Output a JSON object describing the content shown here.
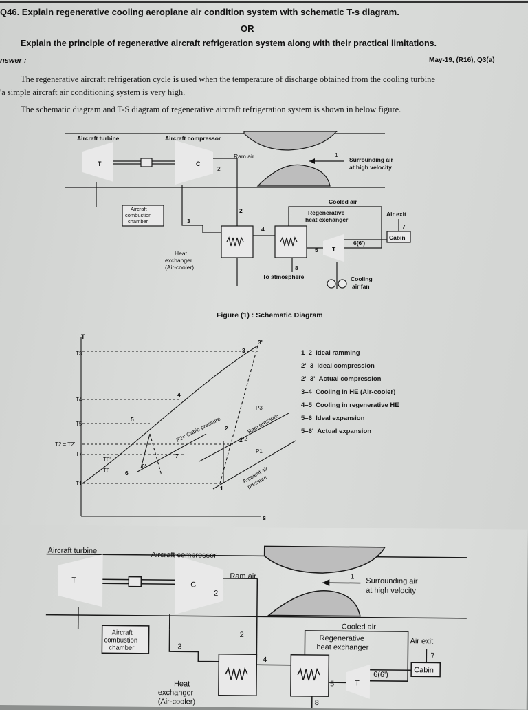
{
  "question": {
    "title": "Q46. Explain regenerative cooling aeroplane air condition system with schematic T-s diagram.",
    "or": "OR",
    "alt_title": "Explain the principle of regenerative aircraft refrigeration system along with their practical limitations.",
    "answer_label": "nswer :",
    "reference": "May-19, (R16), Q3(a)"
  },
  "body": {
    "para1_line1": "The regenerative aircraft refrigeration cycle is used when the temperature of discharge obtained from the cooling turbine",
    "para1_line2": "'a simple aircraft air conditioning system is very high.",
    "para2": "The schematic diagram and T-S diagram of regenerative aircraft refrigeration system is shown in below figure."
  },
  "schematic": {
    "aircraft_turbine": "Aircraft turbine",
    "aircraft_compressor": "Aircraft compressor",
    "turbine_T": "T",
    "compressor_C": "C",
    "ram_air": "Ram air",
    "point_1": "1",
    "surrounding_air_1": "Surrounding air",
    "surrounding_air_2": "at high velocity",
    "point_2": "2",
    "combustion_1": "Aircraft",
    "combustion_2": "combustion",
    "combustion_3": "chamber",
    "point_3": "3",
    "point_4": "4",
    "cooled_air": "Cooled air",
    "regen_1": "Regenerative",
    "regen_2": "heat exchanger",
    "air_exit": "Air exit",
    "point_7": "7",
    "cabin": "Cabin",
    "point_66": "6(6')",
    "point_5": "5",
    "heat_ex_1": "Heat",
    "heat_ex_2": "exchanger",
    "heat_ex_3": "(Air-cooler)",
    "point_8": "8",
    "to_atmosphere": "To atmosphere",
    "cooling_fan_1": "Cooling",
    "cooling_fan_2": "air fan"
  },
  "figure_caption": "Figure (1) : Schematic Diagram",
  "ts_diagram": {
    "axis_T": "T",
    "axis_s": "s",
    "T3": "T3",
    "T4": "T4",
    "T5": "T5",
    "T2": "T2 = T2'",
    "T7": "T7",
    "T6p": "T6'",
    "T6": "T6",
    "T1": "T1",
    "p1": "3'",
    "p2": "3",
    "p3": "4",
    "p4": "5",
    "p5": "2",
    "p6": "2'",
    "p7": "7",
    "p8": "6'",
    "p9": "6",
    "p10": "1",
    "cabin_pressure": "P2= Cabin pressure",
    "p3_label": "P3",
    "ram_pressure": "Ram pressure",
    "p2_label": "P2",
    "p1_label": "P1",
    "ambient_1": "Ambient air",
    "ambient_2": "pressure"
  },
  "legend": [
    {
      "code": "1–2",
      "text": "Ideal ramming"
    },
    {
      "code": "2'–3",
      "text": "Ideal compression"
    },
    {
      "code": "2'–3'",
      "text": "Actual compression"
    },
    {
      "code": "3–4",
      "text": "Cooling in HE (Air-cooler)"
    },
    {
      "code": "4–5",
      "text": "Cooling in regenerative HE"
    },
    {
      "code": "5–6",
      "text": "Ideal expansion"
    },
    {
      "code": "5–6'",
      "text": "Actual expansion"
    }
  ]
}
